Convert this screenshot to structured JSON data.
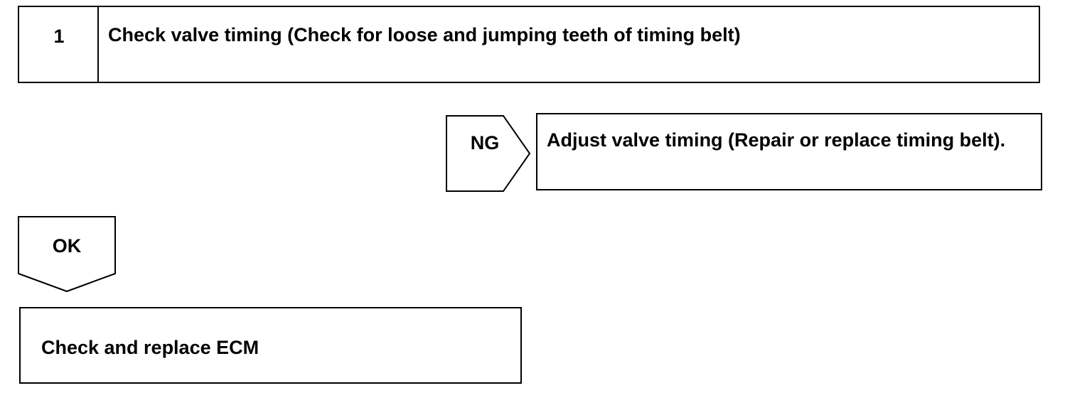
{
  "step": {
    "number": "1",
    "title": "Check valve timing (Check for loose and jumping teeth of timing belt)"
  },
  "ng_branch": {
    "label": "NG",
    "action": "Adjust valve timing (Repair or replace timing belt)."
  },
  "ok_branch": {
    "label": "OK",
    "action": "Check and replace ECM"
  }
}
